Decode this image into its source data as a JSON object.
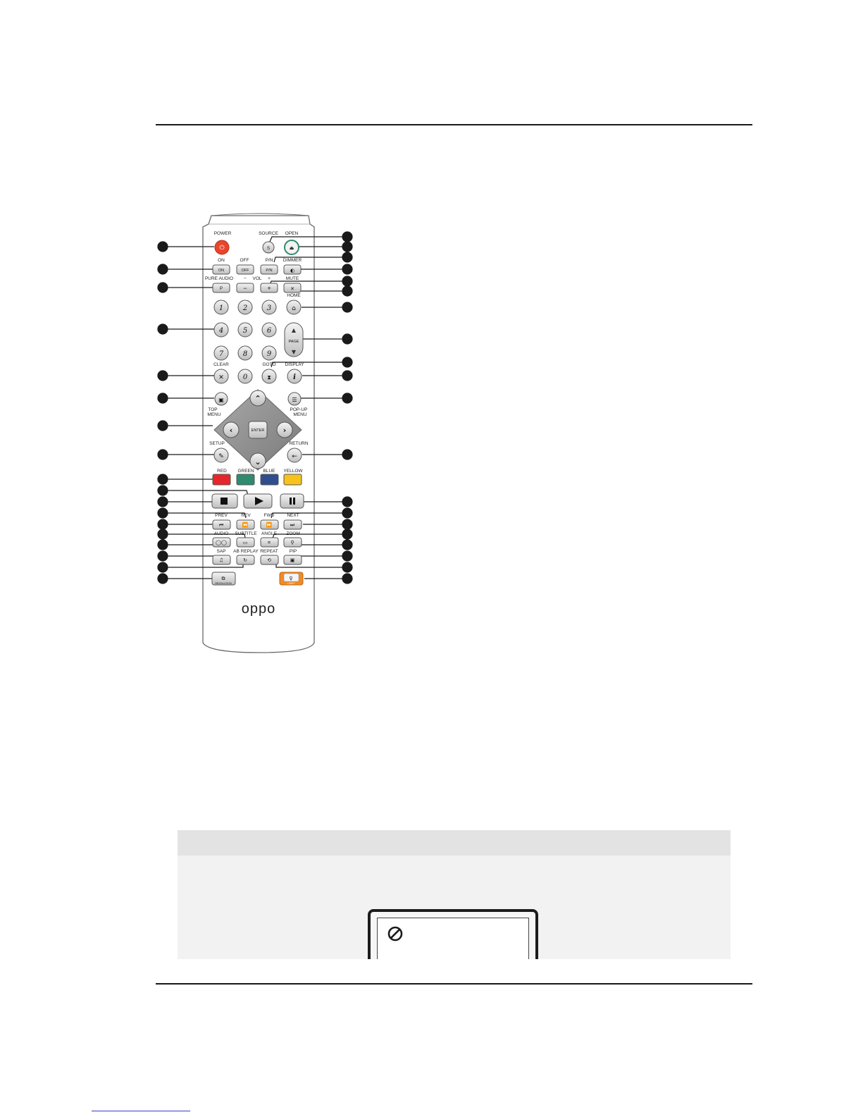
{
  "brand": "oppo",
  "colors": {
    "red": "#e5262b",
    "green": "#2f8a6e",
    "blue": "#2e4e8e",
    "yellow": "#f7c31a",
    "light": "#f08a24",
    "power": "#e8452c",
    "callout": "#1a1a1a"
  },
  "labels": {
    "power": "POWER",
    "source": "SOURCE",
    "open": "OPEN",
    "on": "ON",
    "off": "OFF",
    "pin": "P/N",
    "dimmer": "DIMMER",
    "pure_audio": "PURE AUDIO",
    "vol": "VOL",
    "minus": "−",
    "plus": "+",
    "mute": "MUTE",
    "home": "HOME",
    "clear": "CLEAR",
    "goto": "GOTO",
    "display": "DISPLAY",
    "page": "PAGE",
    "top_menu": "TOP",
    "top_menu2": "MENU",
    "popup_menu": "POP-UP",
    "popup_menu2": "MENU",
    "enter": "ENTER",
    "setup": "SETUP",
    "return": "RETURN",
    "red": "RED",
    "green": "GREEN",
    "blue": "BLUE",
    "yellow": "YELLOW",
    "prev": "PREV",
    "rev": "REV",
    "fwd": "FWD",
    "next": "NEXT",
    "audio": "AUDIO",
    "subtitle": "SUBTITLE",
    "angle": "ANGLE",
    "zoom": "ZOOM",
    "sap": "SAP",
    "ab_replay": "AB REPLAY",
    "repeat": "REPEAT",
    "pip": "PIP",
    "resolution": "RESOLUTION",
    "light": "LIGHT",
    "btn_on": "ON",
    "btn_off": "OFF",
    "btn_pn": "P/N",
    "btn_s": "S",
    "btn_p": "P"
  },
  "digits": [
    "1",
    "2",
    "3",
    "4",
    "5",
    "6",
    "7",
    "8",
    "9",
    "0"
  ]
}
